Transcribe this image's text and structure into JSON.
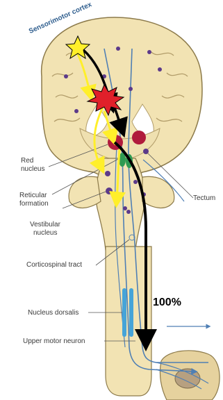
{
  "labels": {
    "sensorimotor_cortex": "Sensorimotor cortex",
    "red_nucleus_line1": "Red",
    "red_nucleus_line2": "nucleus",
    "reticular_line1": "Reticular",
    "reticular_line2": "formation",
    "vestibular_line1": "Vestibular",
    "vestibular_line2": "nucleus",
    "tectum": "Tectum",
    "corticospinal_tract": "Corticospinal tract",
    "nucleus_dorsalis": "Nucleus dorsalis",
    "upper_motor_neuron": "Upper motor neuron",
    "percent": "100%"
  },
  "colors": {
    "tissue": "#f2e3b3",
    "tissue_outline": "#8c7a4a",
    "tract": "#4f7fb4",
    "red_nucleus": "#b01b3c",
    "green_nuclei": "#2f9a52",
    "neuron": "#5c3a8a",
    "yellow_arrow": "#ffef2a",
    "black_arrow": "#000000",
    "lesion": "#e0202a",
    "star": "#ffef2a"
  },
  "icons": {
    "star": "star-icon",
    "lesion": "starburst-icon"
  }
}
